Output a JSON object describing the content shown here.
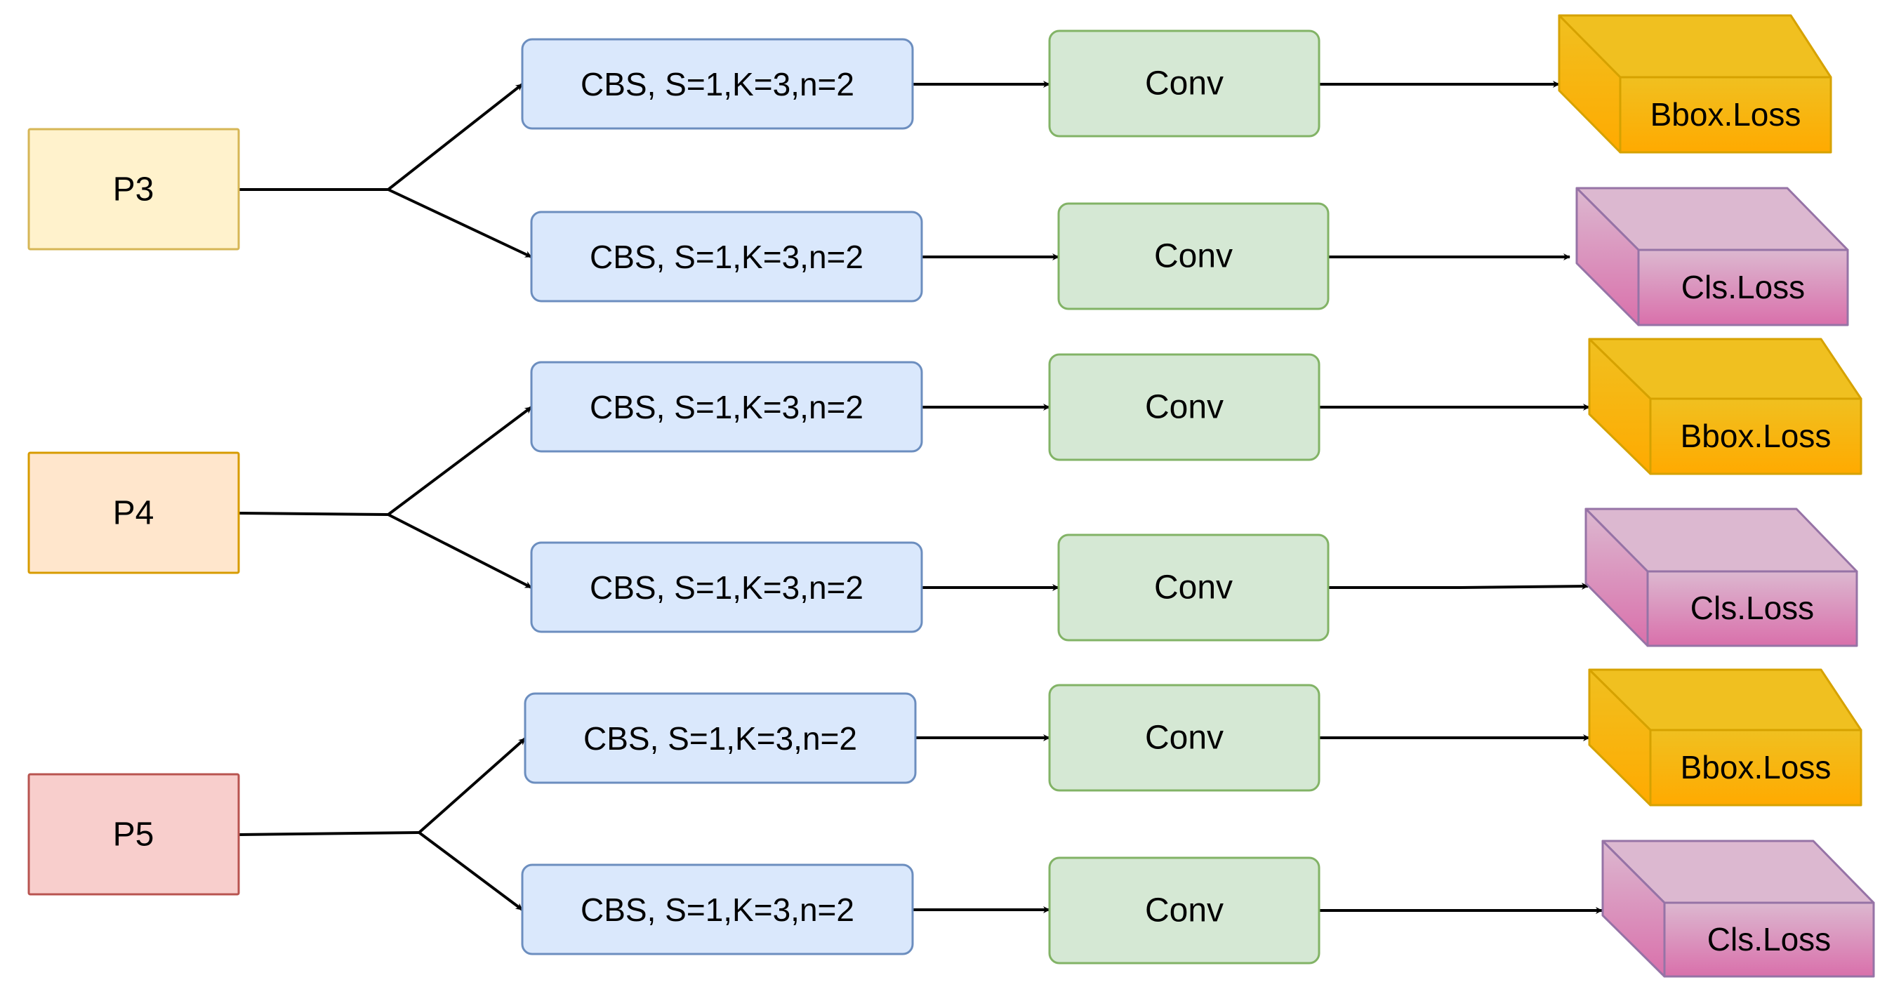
{
  "diagram": {
    "inputs": [
      {
        "label": "P3",
        "fill": "#fff2cc",
        "stroke": "#d6b656"
      },
      {
        "label": "P4",
        "fill": "#ffe6cc",
        "stroke": "#d79b00"
      },
      {
        "label": "P5",
        "fill": "#f8cecc",
        "stroke": "#b85450"
      }
    ],
    "branches": [
      {
        "cbs": "CBS, S=1,K=3,n=2",
        "conv": "Conv",
        "loss": "Bbox.Loss",
        "loss_kind": "bbox"
      },
      {
        "cbs": "CBS, S=1,K=3,n=2",
        "conv": "Conv",
        "loss": "Cls.Loss",
        "loss_kind": "cls"
      },
      {
        "cbs": "CBS, S=1,K=3,n=2",
        "conv": "Conv",
        "loss": "Bbox.Loss",
        "loss_kind": "bbox"
      },
      {
        "cbs": "CBS, S=1,K=3,n=2",
        "conv": "Conv",
        "loss": "Cls.Loss",
        "loss_kind": "cls"
      },
      {
        "cbs": "CBS, S=1,K=3,n=2",
        "conv": "Conv",
        "loss": "Bbox.Loss",
        "loss_kind": "bbox"
      },
      {
        "cbs": "CBS, S=1,K=3,n=2",
        "conv": "Conv",
        "loss": "Cls.Loss",
        "loss_kind": "cls"
      }
    ],
    "colors": {
      "cbs_fill": "#dae8fc",
      "cbs_stroke": "#6c8ebf",
      "conv_fill": "#d5e8d4",
      "conv_stroke": "#82b366",
      "bbox_fill_top": "#f0c020",
      "bbox_fill_bottom": "#ffaa00",
      "bbox_stroke": "#d6a200",
      "cls_fill_top": "#dcb8d0",
      "cls_fill_bottom": "#d970ab",
      "cls_stroke": "#9673a6",
      "edge": "#000000"
    }
  }
}
